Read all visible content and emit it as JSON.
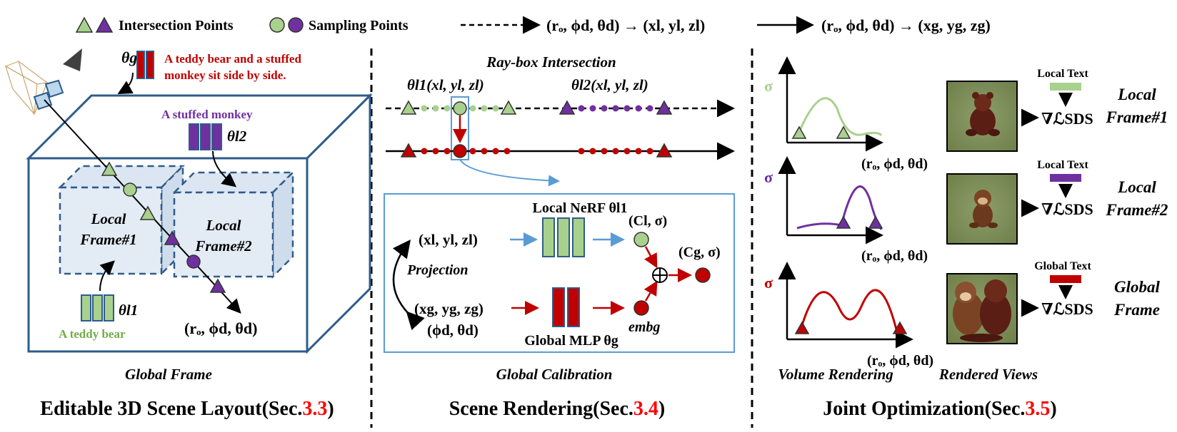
{
  "legend": {
    "intersection_label": "Intersection Points",
    "sampling_label": "Sampling Points",
    "local_formula": "(rₒ, ϕd, θd) → (xl, yl, zl)",
    "global_formula": "(rₒ, ϕd, θd) → (xg, yg, zg)"
  },
  "layout_panel": {
    "global_theta": "θg",
    "global_prompt_line1": "A teddy bear and a stuffed",
    "global_prompt_line2": "monkey sit side by side.",
    "monkey_prompt": "A stuffed monkey",
    "theta_l2": "θl2",
    "local_frame1_line1": "Local",
    "local_frame1_line2": "Frame#1",
    "local_frame2_line1": "Local",
    "local_frame2_line2": "Frame#2",
    "theta_l1": "θl1",
    "bear_prompt": "A teddy bear",
    "ray_label": "(rₒ, ϕd, θd)",
    "caption": "Global Frame",
    "section_title": "Editable 3D Scene Layout(Sec.",
    "section_ref": "3.3",
    "section_close": ")"
  },
  "rendering_panel": {
    "title": "Ray-box Intersection",
    "theta_l1_coords": "θl1(xl, yl, zl)",
    "theta_l2_coords": "θl2(xl, yl, zl)",
    "local_nerf": "Local NeRF θl1",
    "local_coords": "(xl, yl, zl)",
    "cl_sigma": "(Cl, σ)",
    "cg_sigma": "(Cg, σ)",
    "projection": "Projection",
    "global_coords": "(xg, yg, zg)",
    "view_dir": "(ϕd, θd)",
    "global_mlp": "Global MLP θg",
    "emb": "embg",
    "caption": "Global Calibration",
    "section_title": "Scene Rendering(Sec.",
    "section_ref": "3.4",
    "section_close": ")"
  },
  "optimization_panel": {
    "sigma": "σ",
    "axis_label": "(rₒ, ϕd, θd)",
    "local_text": "Local Text",
    "global_text": "Global Text",
    "sds": "∇ℒSDS",
    "frame1_line1": "Local",
    "frame1_line2": "Frame#1",
    "frame2_line1": "Local",
    "frame2_line2": "Frame#2",
    "frame3_line1": "Global",
    "frame3_line2": "Frame",
    "volume_caption": "Volume Rendering",
    "views_caption": "Rendered Views",
    "section_title": "Joint Optimization(Sec.",
    "section_ref": "3.5",
    "section_close": ")"
  },
  "colors": {
    "green": "#a9d18e",
    "purple": "#7030a0",
    "red": "#c00000",
    "blue": "#2e5c8a",
    "light_blue": "#5b9bd5",
    "ref_red": "#ff0000"
  }
}
